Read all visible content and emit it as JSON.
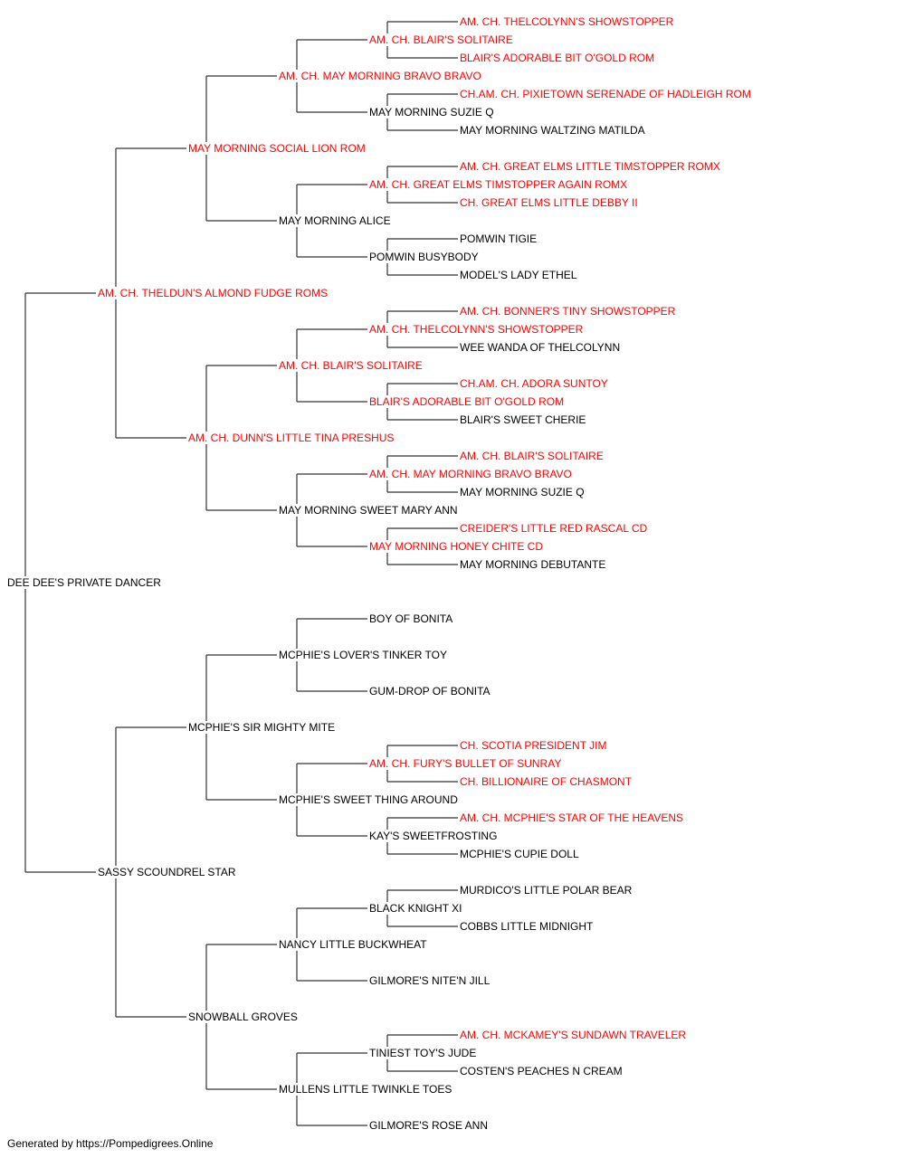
{
  "colors": {
    "champion": "#ff0000",
    "regular": "#000000",
    "connector": "#333333"
  },
  "subject": {
    "name": "DEE DEE'S PRIVATE DANCER",
    "champion": false
  },
  "sire": {
    "name": "AM. CH. THELDUN'S ALMOND FUDGE ROMS",
    "champion": true,
    "sire": {
      "name": "MAY MORNING SOCIAL LION ROM",
      "champion": true,
      "sire": {
        "name": "AM. CH. MAY MORNING BRAVO BRAVO",
        "champion": true,
        "sire": {
          "name": "AM. CH. BLAIR'S SOLITAIRE",
          "champion": true,
          "sire": {
            "name": "AM. CH. THELCOLYNN'S SHOWSTOPPER",
            "champion": true
          },
          "dam": {
            "name": "BLAIR'S ADORABLE BIT O'GOLD ROM",
            "champion": true
          }
        },
        "dam": {
          "name": "MAY MORNING SUZIE Q",
          "champion": false,
          "sire": {
            "name": "CH.AM. CH. PIXIETOWN SERENADE OF HADLEIGH ROM",
            "champion": true
          },
          "dam": {
            "name": "MAY MORNING WALTZING MATILDA",
            "champion": false
          }
        }
      },
      "dam": {
        "name": "MAY MORNING ALICE",
        "champion": false,
        "sire": {
          "name": "AM. CH. GREAT ELMS TIMSTOPPER AGAIN ROMX",
          "champion": true,
          "sire": {
            "name": "AM. CH. GREAT ELMS LITTLE TIMSTOPPER ROMX",
            "champion": true
          },
          "dam": {
            "name": "CH. GREAT ELMS LITTLE DEBBY II",
            "champion": true
          }
        },
        "dam": {
          "name": "POMWIN BUSYBODY",
          "champion": false,
          "sire": {
            "name": "POMWIN TIGIE",
            "champion": false
          },
          "dam": {
            "name": "MODEL'S LADY ETHEL",
            "champion": false
          }
        }
      }
    },
    "dam": {
      "name": "AM. CH. DUNN'S LITTLE TINA PRESHUS",
      "champion": true,
      "sire": {
        "name": "AM. CH. BLAIR'S SOLITAIRE",
        "champion": true,
        "sire": {
          "name": "AM. CH. THELCOLYNN'S SHOWSTOPPER",
          "champion": true,
          "sire": {
            "name": "AM. CH. BONNER'S TINY SHOWSTOPPER",
            "champion": true
          },
          "dam": {
            "name": "WEE WANDA OF THELCOLYNN",
            "champion": false
          }
        },
        "dam": {
          "name": "BLAIR'S ADORABLE BIT O'GOLD ROM",
          "champion": true,
          "sire": {
            "name": "CH.AM. CH. ADORA SUNTOY",
            "champion": true
          },
          "dam": {
            "name": "BLAIR'S SWEET CHERIE",
            "champion": false
          }
        }
      },
      "dam": {
        "name": "MAY MORNING SWEET MARY ANN",
        "champion": false,
        "sire": {
          "name": "AM. CH. MAY MORNING BRAVO BRAVO",
          "champion": true,
          "sire": {
            "name": "AM. CH. BLAIR'S SOLITAIRE",
            "champion": true
          },
          "dam": {
            "name": "MAY MORNING SUZIE Q",
            "champion": false
          }
        },
        "dam": {
          "name": "MAY MORNING HONEY CHITE CD",
          "champion": true,
          "sire": {
            "name": "CREIDER'S LITTLE RED RASCAL CD",
            "champion": true
          },
          "dam": {
            "name": "MAY MORNING DEBUTANTE",
            "champion": false
          }
        }
      }
    }
  },
  "dam": {
    "name": "SASSY SCOUNDREL STAR",
    "champion": false,
    "sire": {
      "name": "MCPHIE'S SIR MIGHTY MITE",
      "champion": false,
      "sire": {
        "name": "MCPHIE'S LOVER'S TINKER TOY",
        "champion": false,
        "sire": {
          "name": "BOY OF BONITA",
          "champion": false
        },
        "dam": {
          "name": "GUM-DROP OF BONITA",
          "champion": false
        }
      },
      "dam": {
        "name": "MCPHIE'S SWEET THING AROUND",
        "champion": false,
        "sire": {
          "name": "AM. CH. FURY'S BULLET OF SUNRAY",
          "champion": true,
          "sire": {
            "name": "CH. SCOTIA PRESIDENT JIM",
            "champion": true
          },
          "dam": {
            "name": "CH. BILLIONAIRE OF CHASMONT",
            "champion": true
          }
        },
        "dam": {
          "name": "KAY'S SWEETFROSTING",
          "champion": false,
          "sire": {
            "name": "AM. CH. MCPHIE'S STAR OF THE HEAVENS",
            "champion": true
          },
          "dam": {
            "name": "MCPHIE'S CUPIE DOLL",
            "champion": false
          }
        }
      }
    },
    "dam": {
      "name": "SNOWBALL GROVES",
      "champion": false,
      "sire": {
        "name": "NANCY LITTLE BUCKWHEAT",
        "champion": false,
        "sire": {
          "name": "BLACK KNIGHT XI",
          "champion": false,
          "sire": {
            "name": "MURDICO'S LITTLE POLAR BEAR",
            "champion": false
          },
          "dam": {
            "name": "COBBS LITTLE MIDNIGHT",
            "champion": false
          }
        },
        "dam": {
          "name": "GILMORE'S NITE'N JILL",
          "champion": false
        }
      },
      "dam": {
        "name": "MULLENS LITTLE TWINKLE TOES",
        "champion": false,
        "sire": {
          "name": "TINIEST TOY'S JUDE",
          "champion": false,
          "sire": {
            "name": "AM. CH. MCKAMEY'S SUNDAWN TRAVELER",
            "champion": true
          },
          "dam": {
            "name": "COSTEN'S PEACHES N CREAM",
            "champion": false
          }
        },
        "dam": {
          "name": "GILMORE'S ROSE ANN",
          "champion": false
        }
      }
    }
  },
  "footer": "Generated by https://Pompedigrees.Online"
}
